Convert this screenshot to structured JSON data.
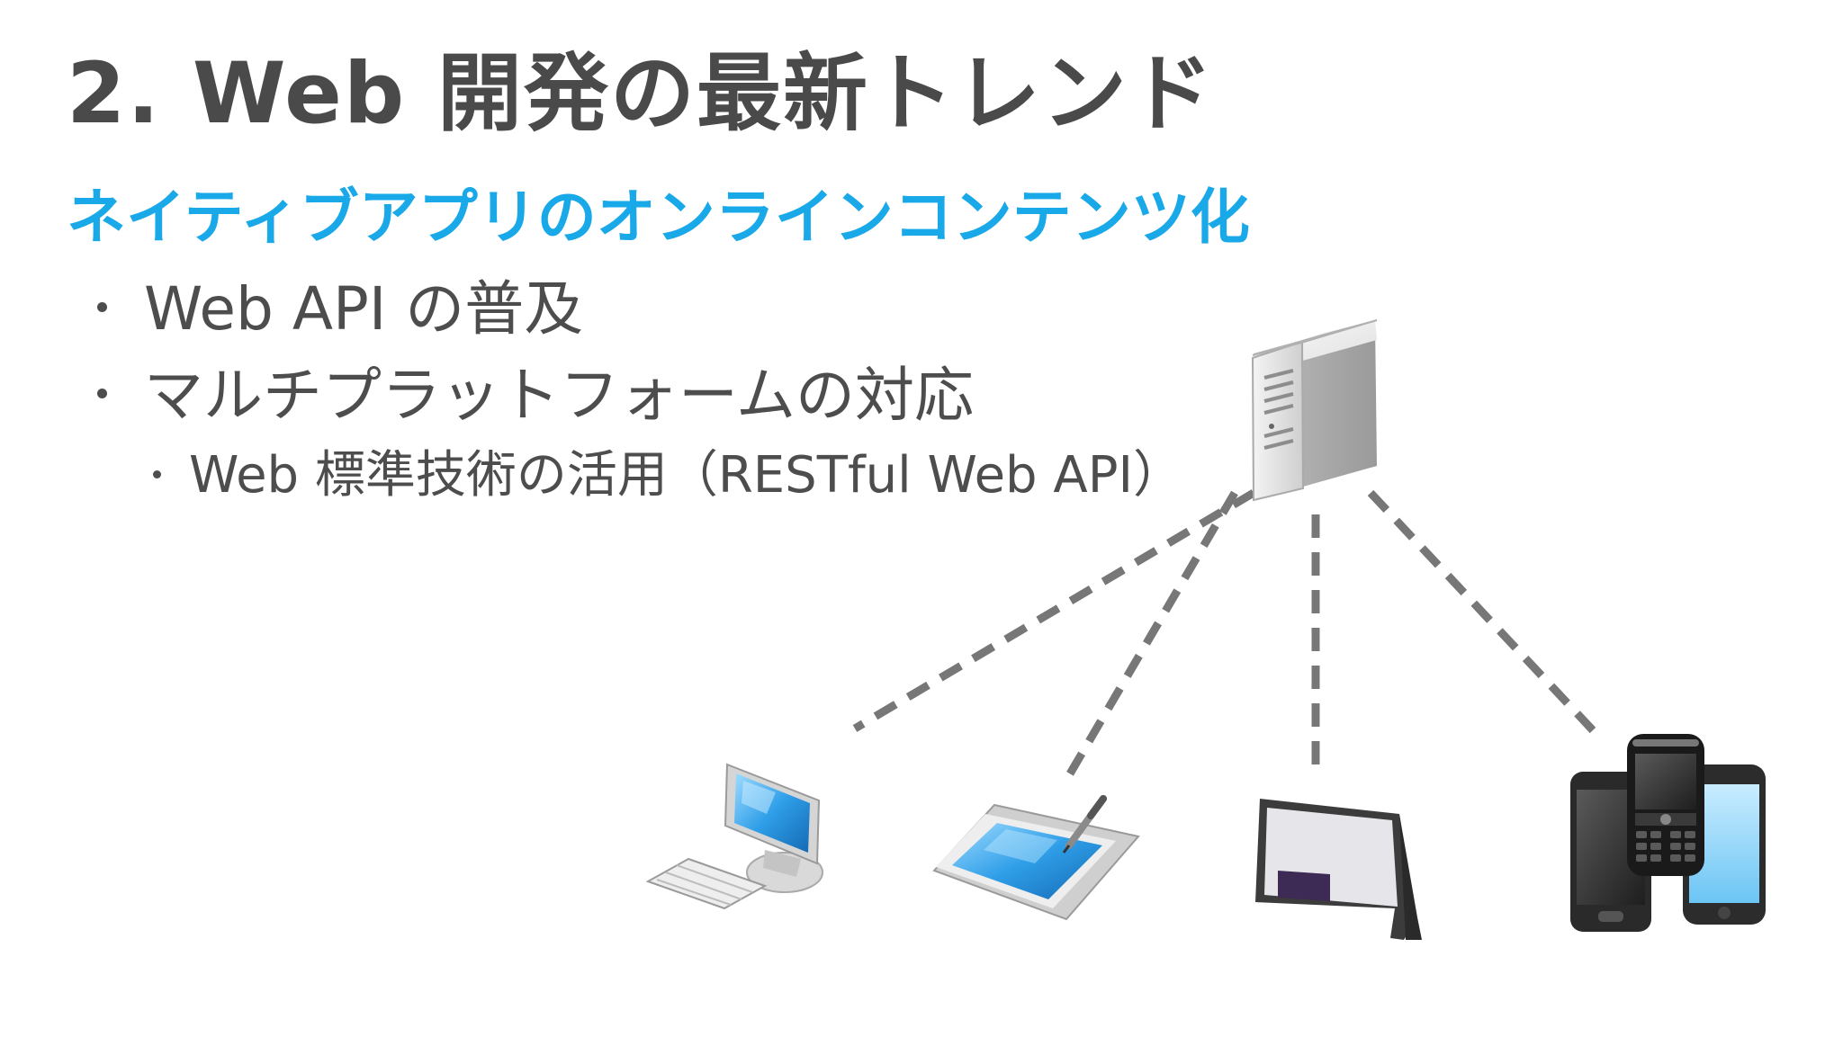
{
  "slide": {
    "title": "2. Web 開発の最新トレンド",
    "subtitle": "ネイティブアプリのオンラインコンテンツ化",
    "bullets": [
      {
        "text": "Web API の普及",
        "level": 1
      },
      {
        "text": "マルチプラットフォームの対応",
        "level": 1
      },
      {
        "text": "Web 標準技術の活用（RESTful Web API）",
        "level": 2
      }
    ]
  },
  "diagram": {
    "nodes": [
      {
        "id": "server",
        "icon": "server-icon"
      },
      {
        "id": "desktop",
        "icon": "desktop-computer-icon"
      },
      {
        "id": "pen-tablet",
        "icon": "pen-tablet-icon"
      },
      {
        "id": "tablet",
        "icon": "tablet-icon"
      },
      {
        "id": "smartphones",
        "icon": "smartphones-icon"
      }
    ],
    "connections": [
      {
        "from": "server",
        "to": "desktop",
        "style": "dashed"
      },
      {
        "from": "server",
        "to": "pen-tablet",
        "style": "dashed"
      },
      {
        "from": "server",
        "to": "tablet",
        "style": "dashed"
      },
      {
        "from": "server",
        "to": "smartphones",
        "style": "dashed"
      }
    ],
    "colors": {
      "title": "#4a4a4a",
      "subtitle": "#19a8e8",
      "body_text": "#4d4d4d",
      "connector": "#777777"
    }
  }
}
